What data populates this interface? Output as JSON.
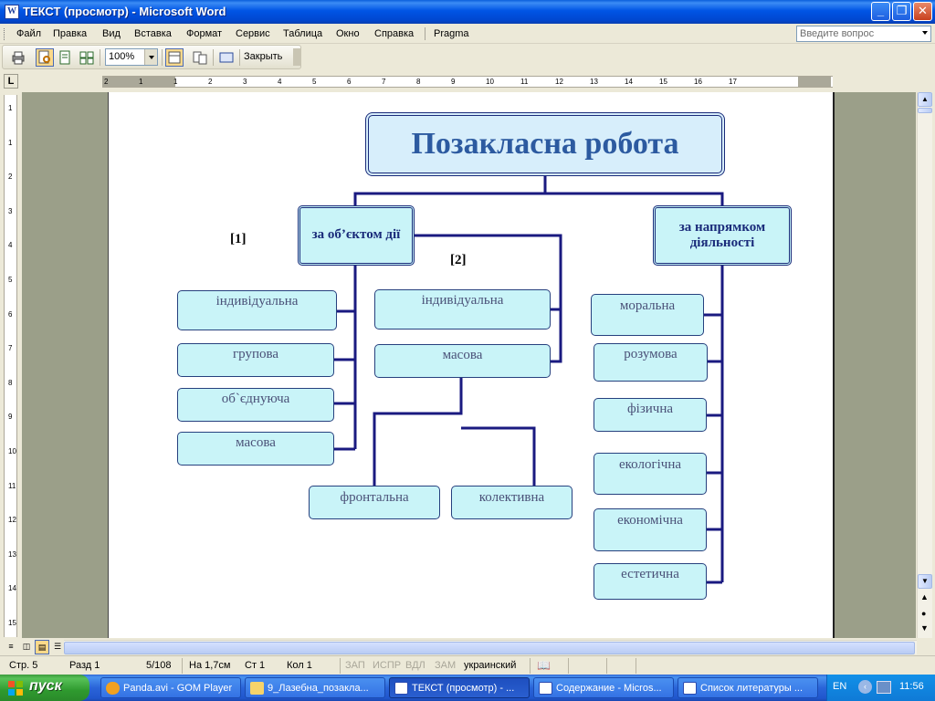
{
  "window": {
    "title": "ТЕКСТ (просмотр) - Microsoft Word",
    "app_icon": "W"
  },
  "menu": {
    "items": [
      "Файл",
      "Правка",
      "Вид",
      "Вставка",
      "Формат",
      "Сервис",
      "Таблица",
      "Окно",
      "Справка",
      "Pragma"
    ],
    "help_placeholder": "Введите вопрос"
  },
  "toolbar": {
    "zoom": "100%",
    "close_label": "Закрыть"
  },
  "ruler": {
    "corner": "L",
    "h_ticks": [
      "2",
      "1",
      "1",
      "2",
      "3",
      "4",
      "5",
      "6",
      "7",
      "8",
      "9",
      "10",
      "11",
      "12",
      "13",
      "14",
      "15",
      "16",
      "17"
    ],
    "v_ticks": [
      "1",
      "1",
      "2",
      "3",
      "4",
      "5",
      "6",
      "7",
      "8",
      "9",
      "10",
      "11",
      "12",
      "13",
      "14",
      "15"
    ]
  },
  "diagram": {
    "root": "Позакласна робота",
    "label_1": "[1]",
    "label_2": "[2]",
    "branch_object": "за об’єктом дії",
    "branch_direction": "за напрямком діяльності",
    "object_children": [
      "індивідуальна",
      "групова",
      "об`єднуюча",
      "масова"
    ],
    "object2_children": [
      "індивідуальна",
      "масова"
    ],
    "mass_children": [
      "фронтальна",
      "колективна"
    ],
    "direction_children": [
      "моральна",
      "розумова",
      "фізична",
      "екологічна",
      "економічна",
      "естетична"
    ]
  },
  "statusbar": {
    "page": "Стр. 5",
    "section": "Разд 1",
    "pages": "5/108",
    "at": "На 1,7см",
    "line": "Ст 1",
    "col": "Кол 1",
    "rec": "ЗАП",
    "trk": "ИСПР",
    "ext": "ВДЛ",
    "ovr": "ЗАМ",
    "language": "украинский"
  },
  "taskbar": {
    "start": "пуск",
    "tasks": [
      "Panda.avi - GOM Player",
      "9_Лазебна_позакла...",
      "ТЕКСТ (просмотр) - ...",
      "Содержание - Micros...",
      "Список литературы ..."
    ],
    "lang": "EN",
    "clock": "11:56"
  }
}
